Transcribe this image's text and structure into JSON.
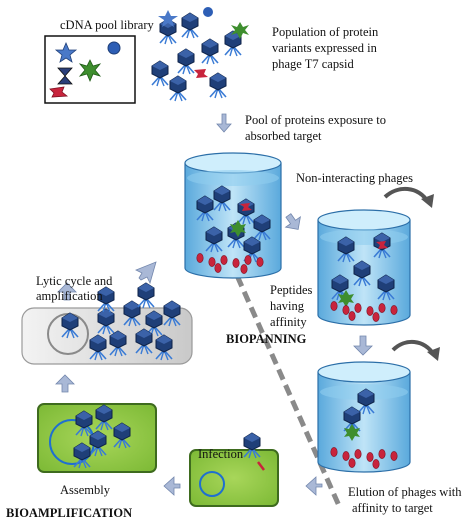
{
  "labels": {
    "cdna_library": "cDNA pool library",
    "population_line1": "Population of protein",
    "population_line2": "variants expressed in",
    "population_line3": "phage T7 capsid",
    "pool_line1": "Pool of proteins exposure to",
    "pool_line2": "absorbed target",
    "non_interacting": "Non-interacting phages",
    "peptides_line1": "Peptides",
    "peptides_line2": "having",
    "peptides_line3": "affinity",
    "biopanning": "BIOPANNING",
    "lytic_line1": "Lytic cycle and",
    "lytic_line2": "amplification",
    "infection": "Infection",
    "assembly": "Assembly",
    "bioamplification": "BIOAMPLIFICATION",
    "elution_line1": "Elution of phages with",
    "elution_line2": "affinity to target"
  },
  "colors": {
    "phage": "#1f3f78",
    "phage_legs": "#3a7bd5",
    "target": "#c8243c",
    "cell_green": "#8cc63f",
    "cell_border": "#3e6b1e",
    "water": "#7cc3ea",
    "arrow": "#a9b8d6"
  }
}
